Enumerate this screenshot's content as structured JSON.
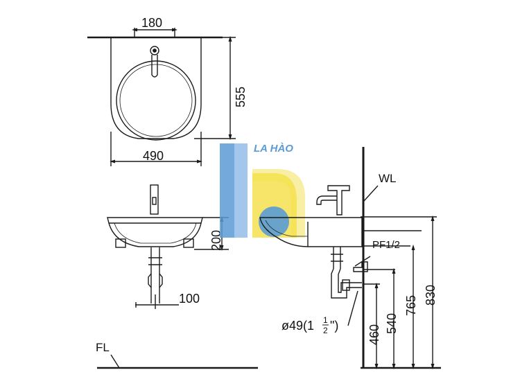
{
  "watermark": {
    "text": "LA HÀO",
    "blue": "#5b9bd5",
    "light_blue": "#a9c9ee",
    "yellow": "#f4e04d",
    "pale_yellow": "#f7ec9a"
  },
  "top_view": {
    "faucet_spacing": "180",
    "depth": "555",
    "width": "490"
  },
  "front_view": {
    "bowl_height": "200",
    "drain_offset": "100"
  },
  "side_view": {
    "wall_label": "WL",
    "floor_label": "FL",
    "supply_label": "PF1/2",
    "drain_label": "ø49(1",
    "drain_fraction_num": "1",
    "drain_fraction_den": "2",
    "drain_close": "\")",
    "heights": [
      "460",
      "540",
      "765",
      "830"
    ]
  },
  "colors": {
    "line": "#1a1a1a"
  }
}
